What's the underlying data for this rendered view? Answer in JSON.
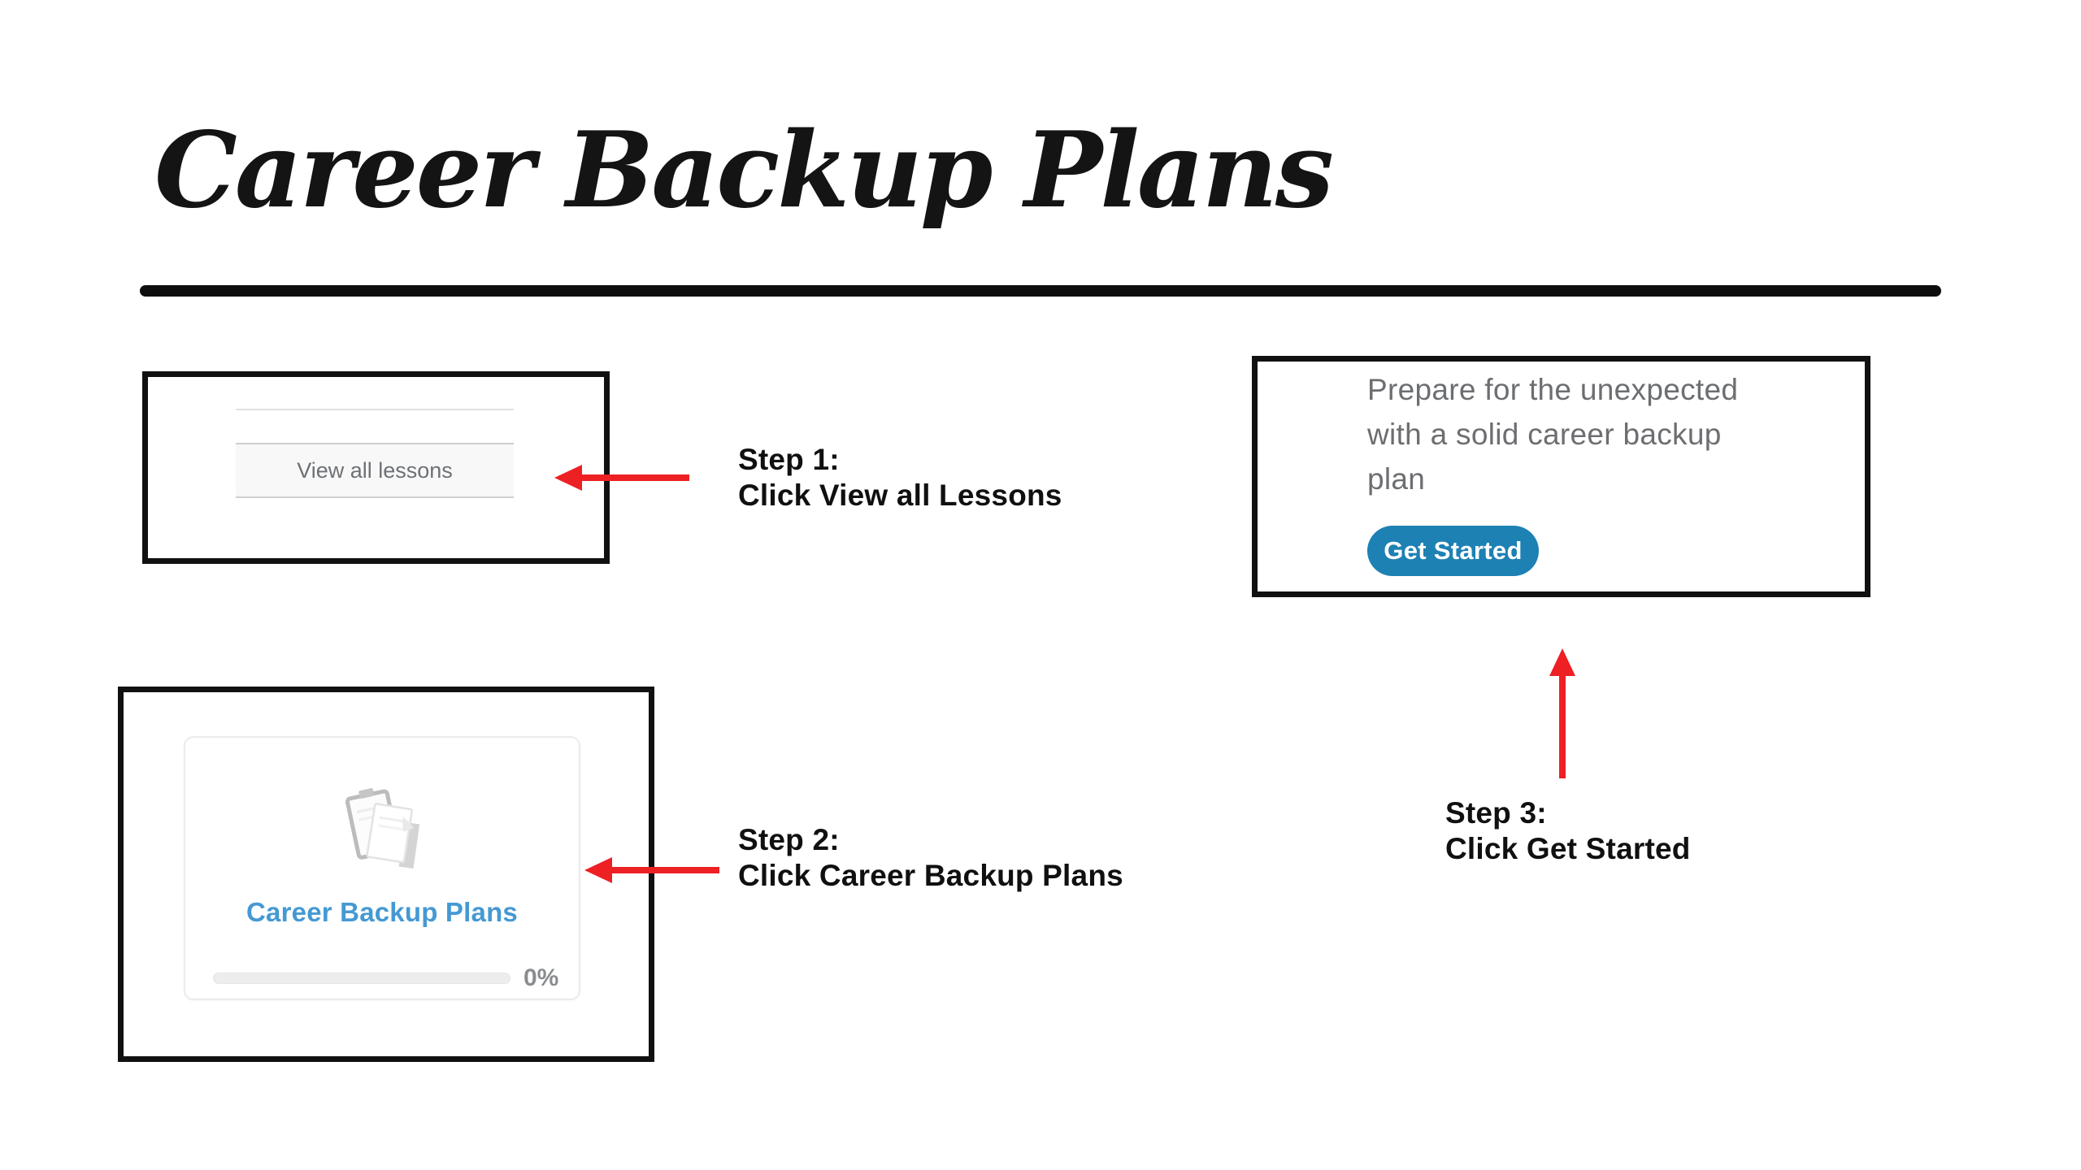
{
  "slide": {
    "title": "Career Backup Plans"
  },
  "steps": {
    "step1": {
      "line1": "Step 1:",
      "line2": "Click View all Lessons"
    },
    "step2": {
      "line1": "Step 2:",
      "line2": "Click Career Backup Plans"
    },
    "step3": {
      "line1": "Step 3:",
      "line2": "Click Get Started"
    }
  },
  "screenshot1": {
    "button_label": "View all lessons"
  },
  "screenshot2": {
    "course_title": "Career Backup Plans",
    "progress_label": "0%"
  },
  "screenshot3": {
    "line1": "Prepare for the unexpected",
    "line2": "with a solid career backup",
    "line3": "plan",
    "button_label": "Get Started"
  },
  "colors": {
    "arrow_red": "#ed2024",
    "button_blue": "#1d81b4",
    "course_link_blue": "#4599d3",
    "rule_black": "#0e0e0e"
  }
}
